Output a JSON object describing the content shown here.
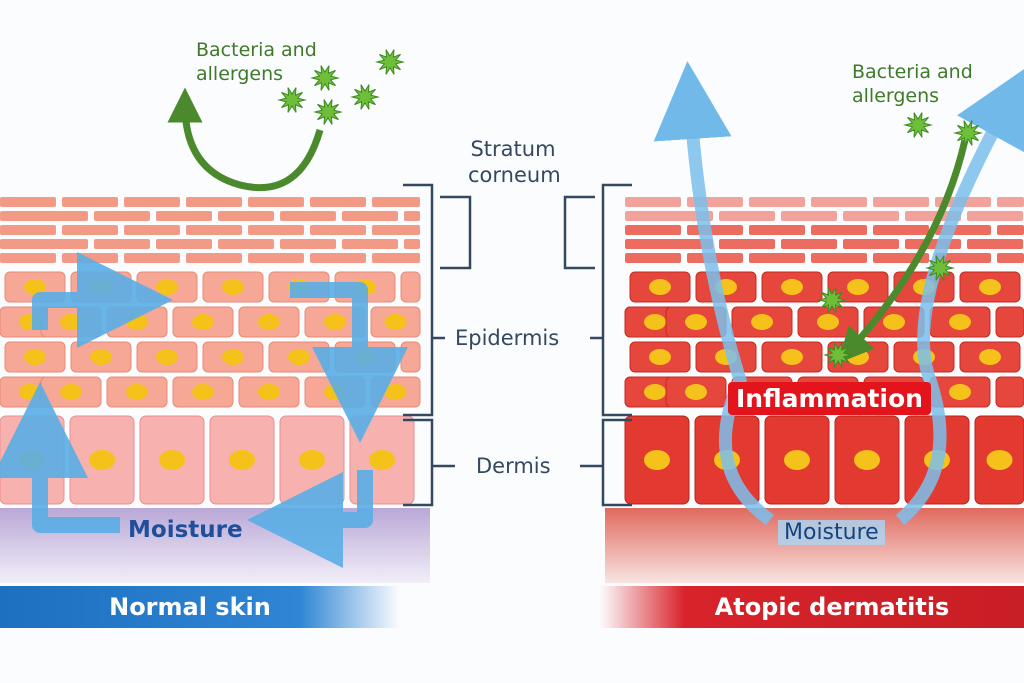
{
  "colors": {
    "normal": "#1d6fc0",
    "atopic": "#d8232a",
    "label": "#34485f",
    "green": "#4a8a2c",
    "moisture": "#5aaee6"
  },
  "left_panel": {
    "allergen_label_line1": "Bacteria and",
    "allergen_label_line2": "allergens",
    "moisture_label": "Moisture",
    "title": "Normal skin"
  },
  "right_panel": {
    "allergen_label_line1": "Bacteria and",
    "allergen_label_line2": "allergens",
    "inflammation_label": "Inflammation",
    "moisture_label": "Moisture",
    "title": "Atopic dermatitis"
  },
  "layers": {
    "stratum_corneum_line1": "Stratum",
    "stratum_corneum_line2": "corneum",
    "epidermis": "Epidermis",
    "dermis": "Dermis"
  }
}
